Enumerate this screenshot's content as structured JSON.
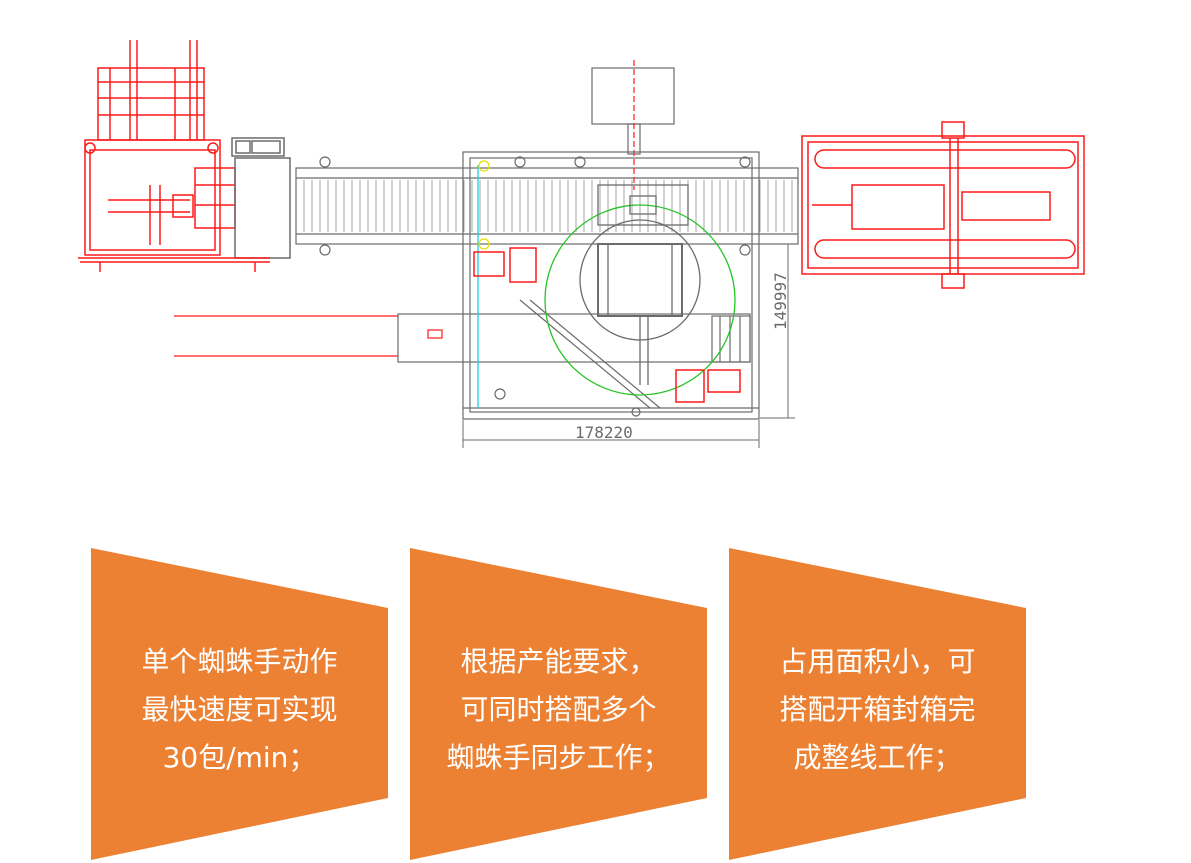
{
  "drawing": {
    "dimension_width": "178220",
    "dimension_height": "149997",
    "colors": {
      "red": "#ff1a1a",
      "gray": "#6b6b6b",
      "green": "#27c427",
      "cyan": "#19d0e0",
      "yellow": "#e8e000"
    }
  },
  "cards": [
    {
      "lines": [
        "单个蜘蛛手动作",
        "最快速度可实现",
        "30包/min；"
      ]
    },
    {
      "lines": [
        "根据产能要求，",
        " 可同时搭配多个",
        "蜘蛛手同步工作；"
      ]
    },
    {
      "lines": [
        "占用面积小，可",
        "搭配开箱封箱完",
        "成整线工作；"
      ]
    }
  ],
  "colors": {
    "card_fill": "#ec8133",
    "text": "#ffffff"
  }
}
